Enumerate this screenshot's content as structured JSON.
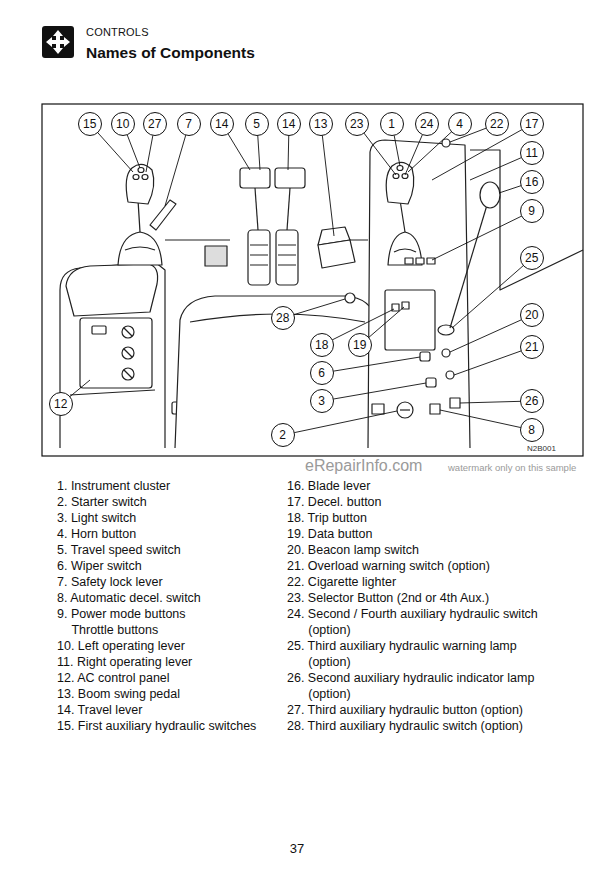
{
  "diagram": {
    "title": "Names of Components",
    "nodes": [
      {
        "text": [
          "15"
        ]
      },
      {
        "text": [
          "10"
        ]
      },
      {
        "text": [
          "27"
        ]
      },
      {
        "text": [
          "7"
        ]
      },
      {
        "text": [
          "14"
        ]
      },
      {
        "text": [
          "5"
        ]
      },
      {
        "text": [
          "14"
        ]
      },
      {
        "text": [
          "13"
        ]
      },
      {
        "text": [
          "23"
        ]
      },
      {
        "text": [
          "1"
        ]
      },
      {
        "text": [
          "24"
        ]
      },
      {
        "text": [
          "4"
        ]
      },
      {
        "text": [
          "22"
        ]
      },
      {
        "text": [
          "17"
        ]
      },
      {
        "text": [
          "11"
        ]
      },
      {
        "text": [
          "16"
        ]
      },
      {
        "text": [
          "9"
        ]
      },
      {
        "text": [
          "25"
        ]
      },
      {
        "text": [
          "20"
        ]
      },
      {
        "text": [
          "28"
        ]
      },
      {
        "text": [
          "18"
        ]
      },
      {
        "text": [
          "19"
        ]
      },
      {
        "text": [
          "21"
        ]
      },
      {
        "text": [
          "6"
        ]
      },
      {
        "text": [
          "3"
        ]
      },
      {
        "text": [
          "26"
        ]
      },
      {
        "text": [
          "12"
        ]
      },
      {
        "text": [
          "8"
        ]
      },
      {
        "text": [
          "2"
        ]
      }
    ],
    "labels": [
      "CONTROLS",
      "1. Instrument cluster",
      "2. Starter switch",
      "3. Light switch",
      "4. Horn button",
      "5. Travel speed switch",
      "6. Wiper switch",
      "7. Safety lock lever",
      "8. Automatic decel. switch",
      "9. Power mode buttons Throttle buttons",
      "10. Left operating lever",
      "11. Right operating lever",
      "12. AC control panel",
      "13. Boom swing pedal",
      "14. Travel lever",
      "15. First auxiliary hydraulic switches",
      "16. Blade lever",
      "17. Decel. button",
      "18. Trip button",
      "19. Data button",
      "20. Beacon lamp switch",
      "21. Overload warning switch (option)",
      "22. Cigarette lighter",
      "23. Selector Button (2nd or 4th Aux.)",
      "24. Second / Fourth auxiliary hydraulic switch (option)",
      "25. Third auxiliary hydraulic warning lamp (option)",
      "26. Second auxiliary hydraulic indicator lamp (option)",
      "27. Third auxiliary hydraulic button (option)",
      "28. Third auxiliary hydraulic switch (option)",
      "37",
      "N2B001",
      "eRepairInfo.com",
      "watermark only on this sample"
    ]
  }
}
